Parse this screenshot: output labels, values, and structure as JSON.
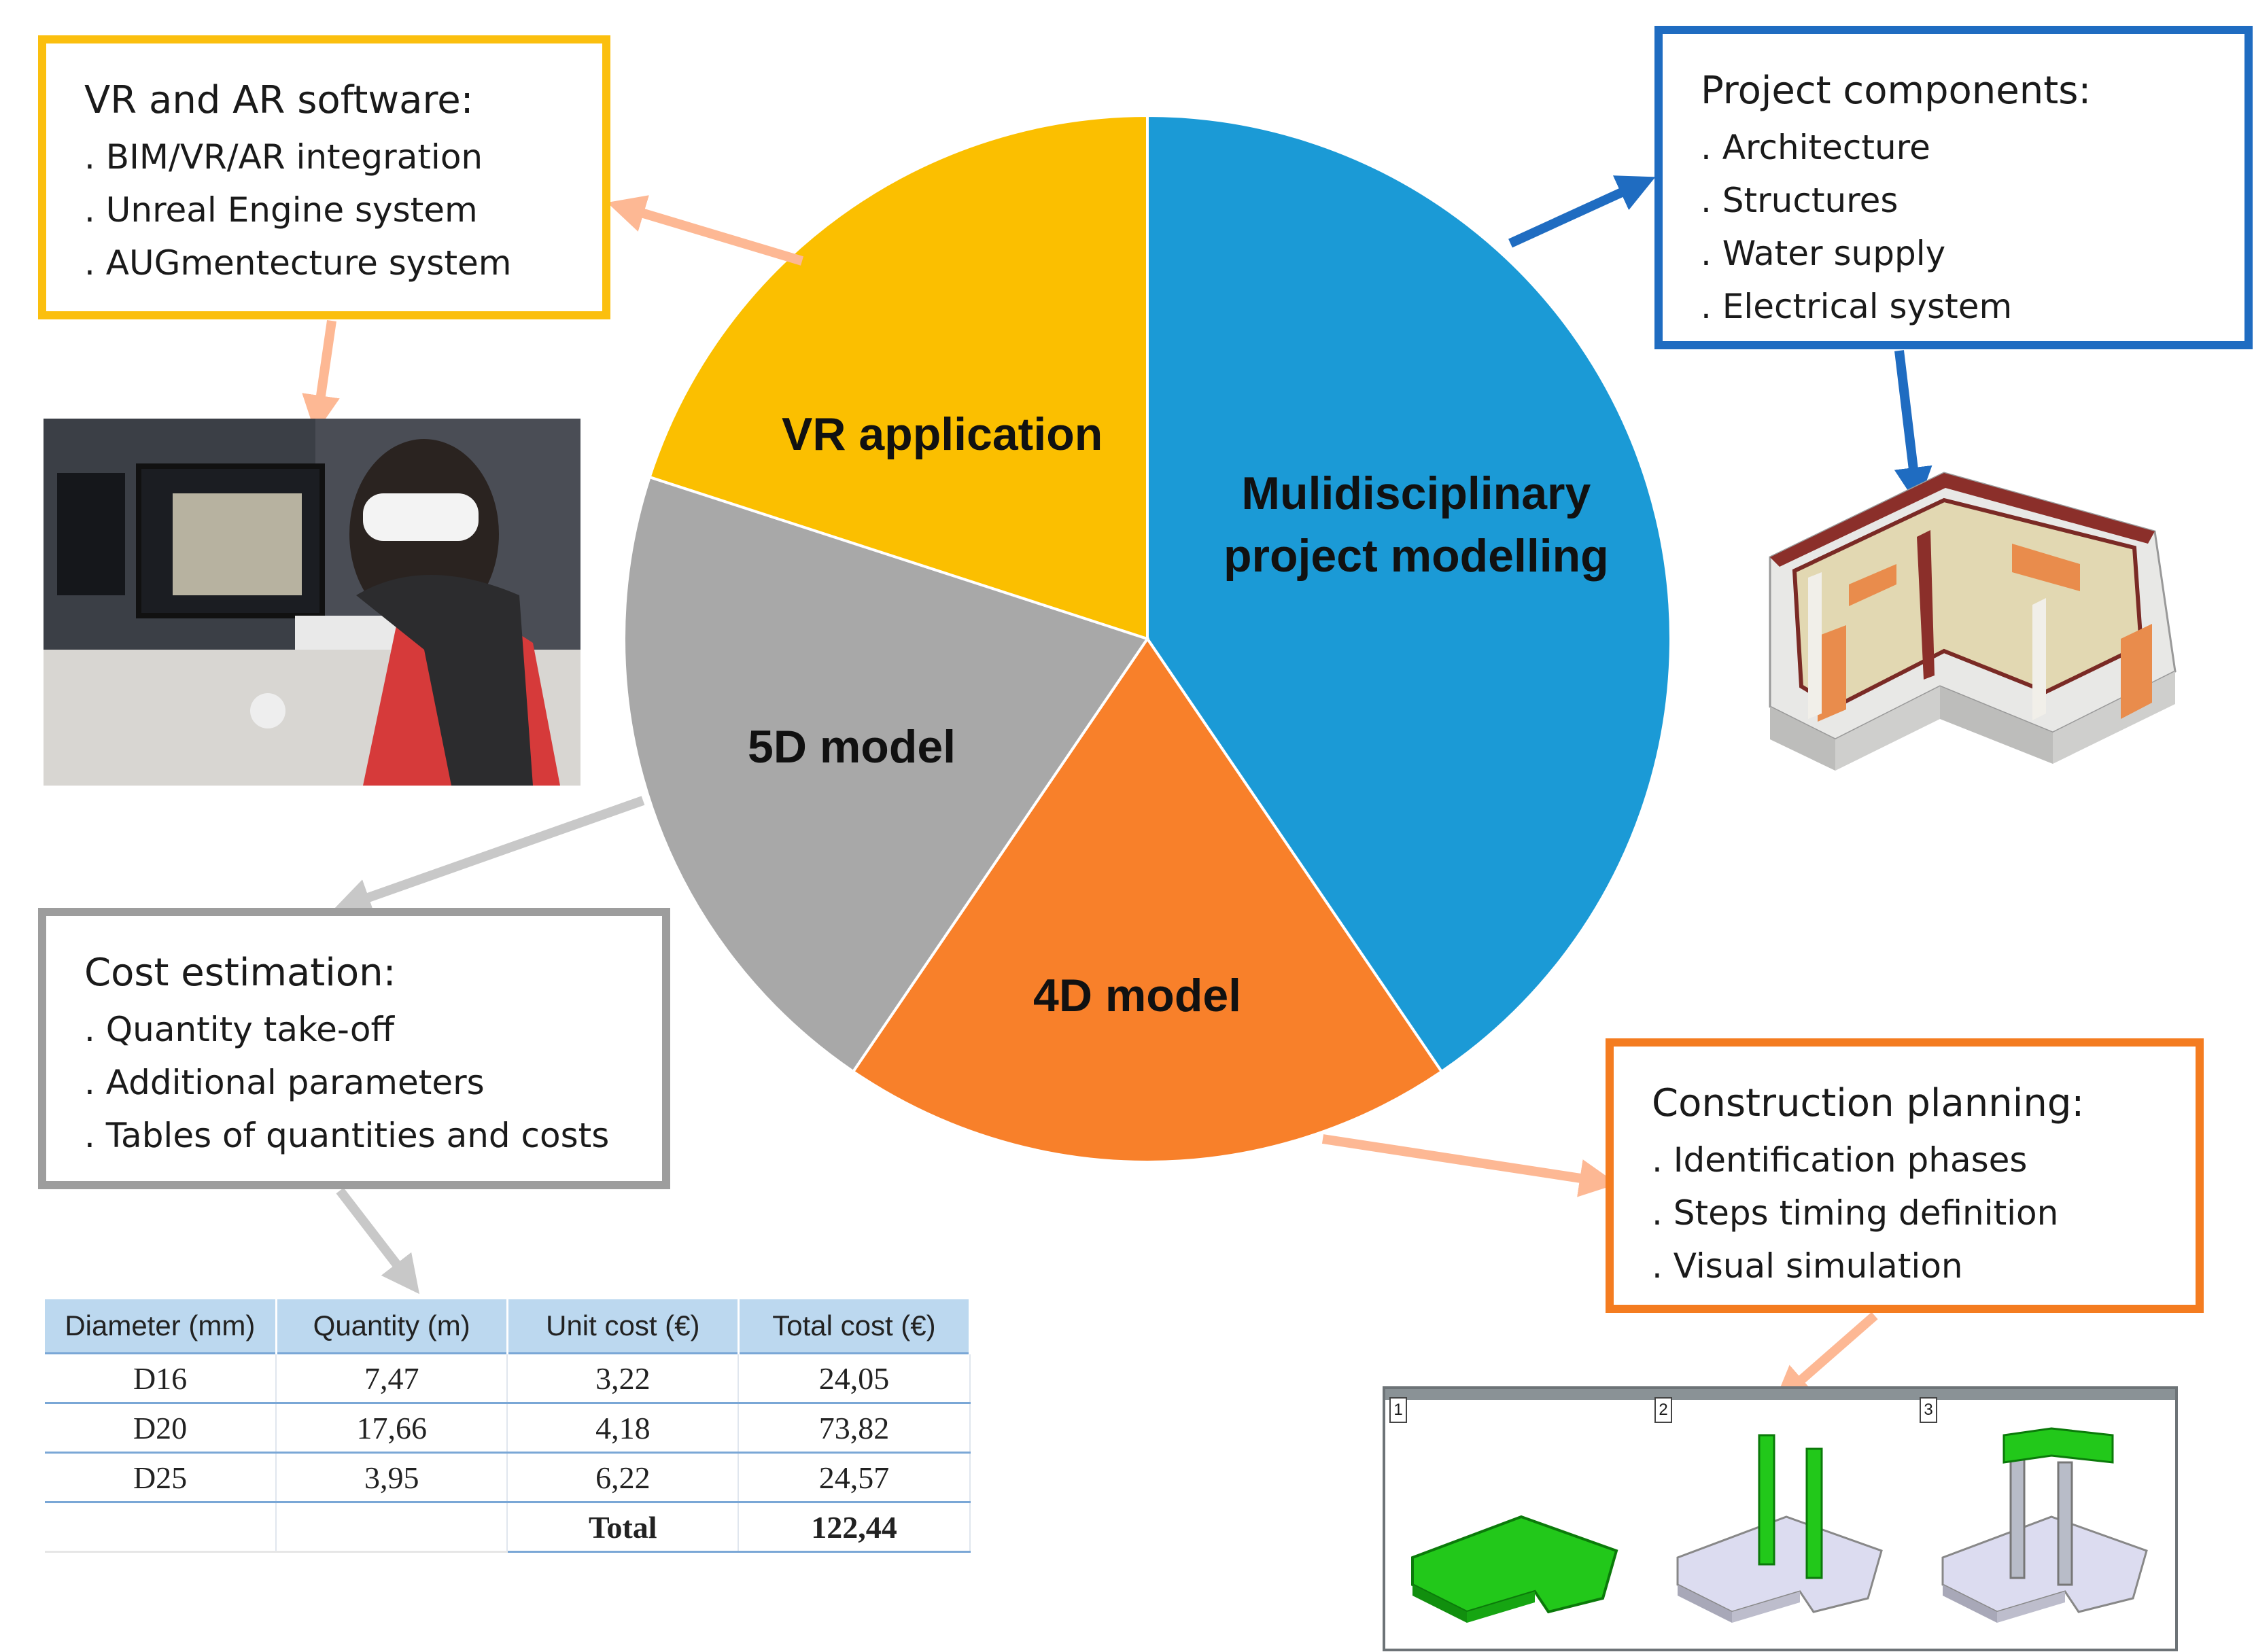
{
  "vr_box": {
    "title": "VR and AR software:",
    "items": [
      ". BIM/VR/AR integration",
      ". Unreal Engine system",
      ". AUGmentecture system"
    ]
  },
  "project_box": {
    "title": "Project components:",
    "items": [
      ". Architecture",
      ". Structures",
      ". Water supply",
      ". Electrical system"
    ]
  },
  "cost_box": {
    "title": "Cost estimation:",
    "items": [
      ". Quantity take-off",
      ". Additional parameters",
      ". Tables of quantities and costs"
    ]
  },
  "planning_box": {
    "title": "Construction planning:",
    "items": [
      ". Identification phases",
      ". Steps timing definition",
      ". Visual simulation"
    ]
  },
  "pie": {
    "segments": [
      {
        "label": "Mulidisciplinary project modelling",
        "line1": "Mulidisciplinary",
        "line2": "project modelling",
        "share": 0.405,
        "color": "#1b9ad6"
      },
      {
        "label": "4D model",
        "share": 0.19,
        "color": "#f8802a"
      },
      {
        "label": "5D model",
        "share": 0.205,
        "color": "#a8a8a8"
      },
      {
        "label": "VR application",
        "share": 0.2,
        "color": "#fbbf00"
      }
    ]
  },
  "cost_table": {
    "headers": [
      "Diameter (mm)",
      "Quantity (m)",
      "Unit cost (€)",
      "Total cost (€)"
    ],
    "rows": [
      [
        "D16",
        "7,47",
        "3,22",
        "24,05"
      ],
      [
        "D20",
        "17,66",
        "4,18",
        "73,82"
      ],
      [
        "D25",
        "3,95",
        "6,22",
        "24,57"
      ]
    ],
    "total_label": "Total",
    "total_value": "122,44"
  },
  "planning_frames": [
    "1",
    "2",
    "3"
  ],
  "colors": {
    "vr": "#fbbf0e",
    "project": "#1f6cc1",
    "cost": "#9d9d9d",
    "planning": "#f47c20",
    "arrow_peach": "#fdb894",
    "arrow_gray": "#c8c8c8"
  }
}
